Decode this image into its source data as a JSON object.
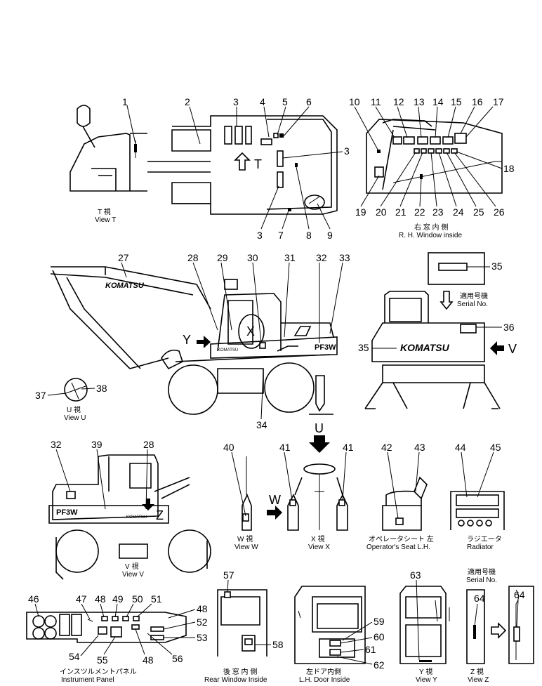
{
  "callouts": [
    "1",
    "2",
    "3",
    "4",
    "5",
    "6",
    "7",
    "8",
    "9",
    "10",
    "11",
    "12",
    "13",
    "14",
    "15",
    "16",
    "17",
    "18",
    "19",
    "20",
    "21",
    "22",
    "23",
    "24",
    "25",
    "26",
    "27",
    "28",
    "29",
    "30",
    "31",
    "32",
    "33",
    "34",
    "35",
    "36",
    "37",
    "38",
    "39",
    "40",
    "41",
    "42",
    "43",
    "44",
    "45",
    "46",
    "47",
    "48",
    "49",
    "50",
    "51",
    "52",
    "53",
    "54",
    "55",
    "56",
    "57",
    "58",
    "59",
    "60",
    "61",
    "62",
    "63",
    "64"
  ],
  "views": {
    "view_t": {
      "jp": "T 視",
      "en": "View  T"
    },
    "rh_window": {
      "jp": "右 窓 内 側",
      "en": "R. H. Window  inside"
    },
    "serial_top": {
      "jp": "適用号機",
      "en": "Serial  No."
    },
    "view_u": {
      "jp": "U 視",
      "en": "View  U"
    },
    "view_v": {
      "jp": "V 視",
      "en": "View  V"
    },
    "view_w": {
      "jp": "W 視",
      "en": "View  W"
    },
    "view_x": {
      "jp": "X 視",
      "en": "View  X"
    },
    "seat": {
      "jp": "オペレータシート 左",
      "en": "Operator's  Seat  L.H."
    },
    "radiator": {
      "jp": "ラジエータ",
      "en": "Radiator"
    },
    "panel": {
      "jp": "インスツルメントパネル",
      "en": "Instrument  Panel"
    },
    "rear_window": {
      "jp": "後 窓 内 側",
      "en": "Rear  Window  Inside"
    },
    "lh_door": {
      "jp": "左ドア内側",
      "en": "L.H. Door  Inside"
    },
    "view_y": {
      "jp": "Y 視",
      "en": "View  Y"
    },
    "view_z": {
      "jp": "Z 視",
      "en": "View  Z"
    },
    "serial_bottom": {
      "jp": "適用号機",
      "en": "Serial  No."
    }
  },
  "view_letters": {
    "t": "T",
    "u": "U",
    "v": "V",
    "w": "W",
    "x": "X",
    "y": "Y",
    "z": "Z"
  },
  "brand_texts": {
    "komatsu": "KOMATSU",
    "model": "PF3W"
  }
}
